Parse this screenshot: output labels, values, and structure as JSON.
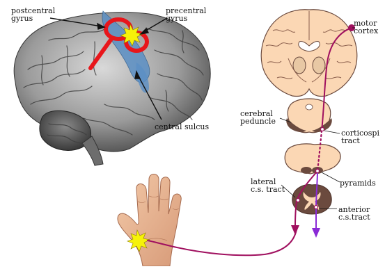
{
  "labels": {
    "postcentral_gyrus": "postcentral\ngyrus",
    "precentral_gyrus": "precentral\ngyrus",
    "central_sulcus": "central sulcus",
    "motor_cortex": "motor\ncortex",
    "cerebral_peduncle": "cerebral\npeduncle",
    "corticospinal_tract": "corticospi\ntract",
    "pyramids": "pyramids",
    "lateral_cs_tract": "lateral\nc.s. tract",
    "anterior_cs_tract": "anterior\nc.s.tract"
  },
  "colors": {
    "tract": "#a0105f",
    "anterior_tract": "#8a2bd6",
    "sulcus_highlight": "#5b8fc4",
    "red_ring": "#e8161b",
    "burst": "#f6f20a",
    "tissue": "#fbd7b4",
    "gray_matter": "#6b4a3e"
  }
}
